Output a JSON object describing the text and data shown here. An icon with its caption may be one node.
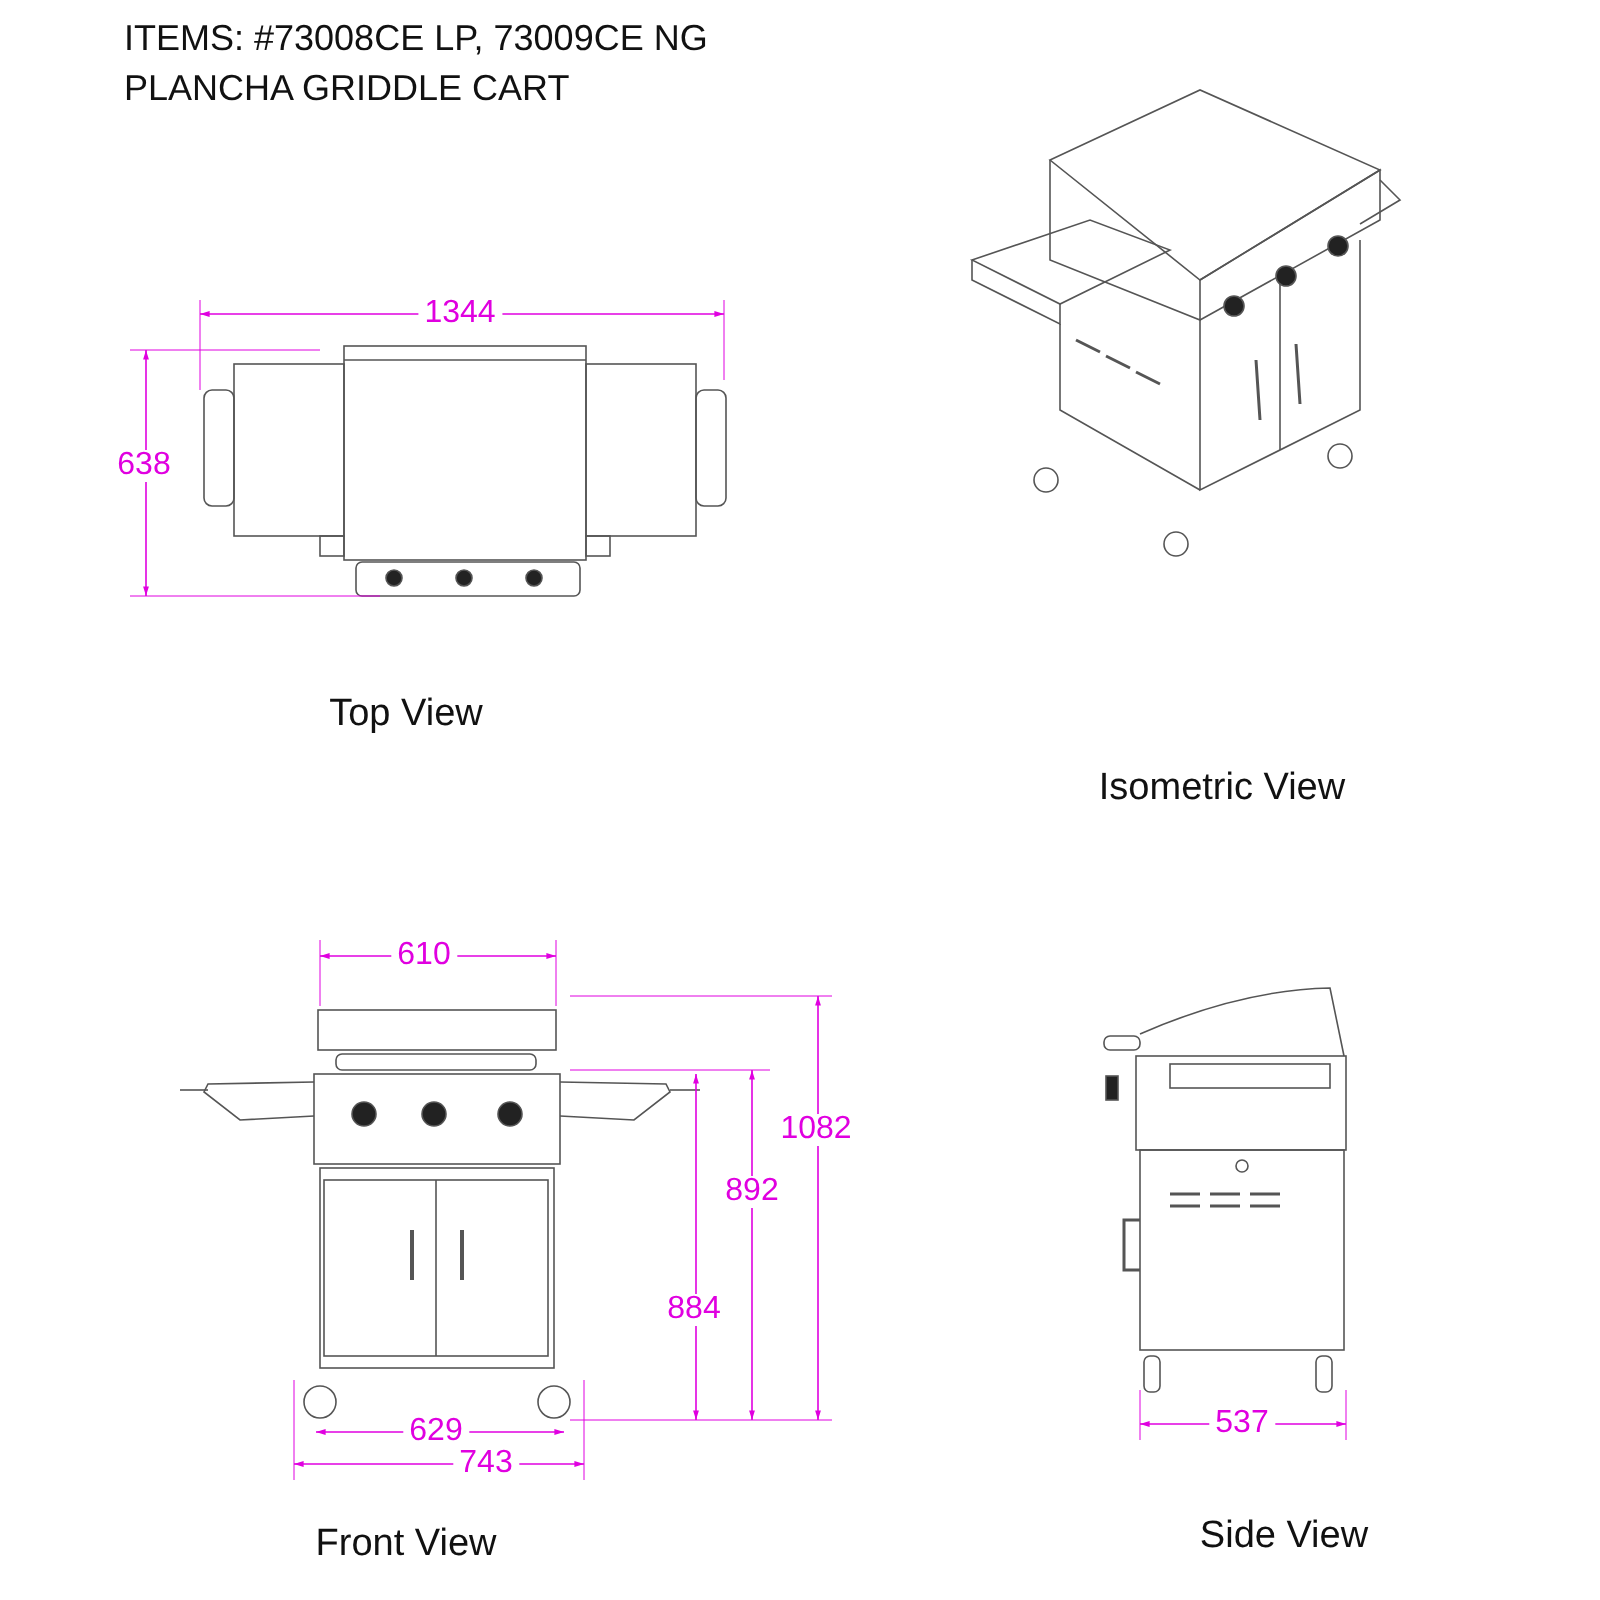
{
  "diagram": {
    "title": "ITEMS: #73008CE LP, 73009CE NG",
    "labels": [
      "PLANCHA GRIDDLE CART",
      "1344",
      "638",
      "Top View",
      "Isometric View",
      "610",
      "1082",
      "892",
      "884",
      "629",
      "743",
      "Front View",
      "537",
      "Side View"
    ]
  }
}
